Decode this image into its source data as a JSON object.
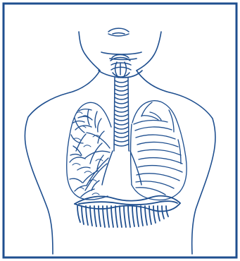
{
  "figure": {
    "subject": "human-respiratory-system-illustration",
    "colors": {
      "ink": "#1f4f8f",
      "paper": "#ffffff",
      "frame": "#1f4f8f"
    },
    "parts": [
      "torso-outline",
      "mouth",
      "larynx",
      "trachea",
      "left-bronchi",
      "right-lung-external-lobes",
      "diaphragm"
    ]
  }
}
